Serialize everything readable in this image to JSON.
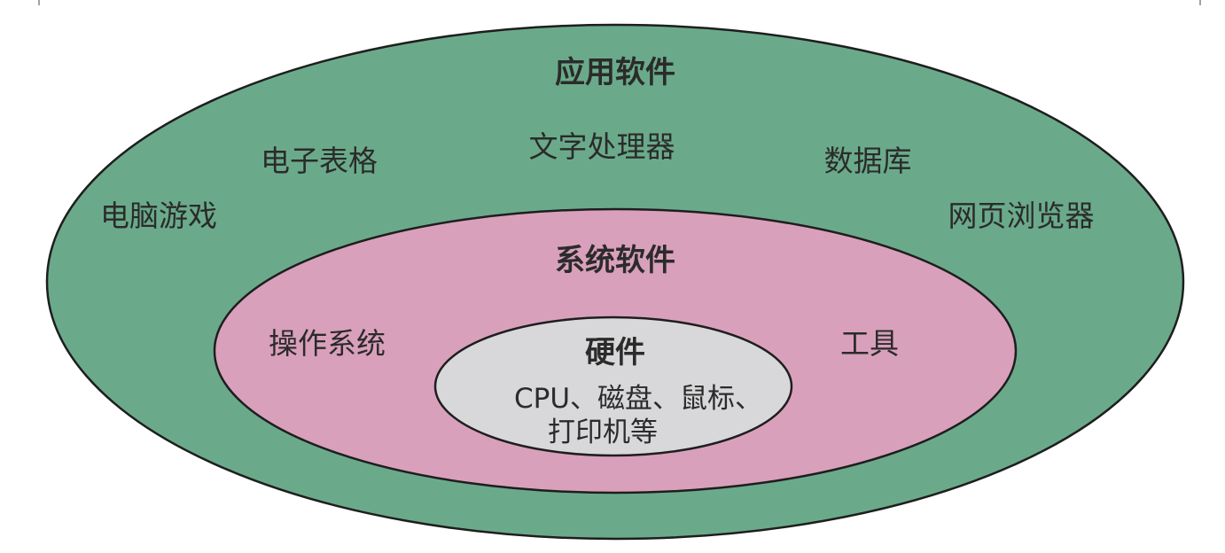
{
  "layers": {
    "application": {
      "title": "应用软件",
      "items": {
        "spreadsheet": "电子表格",
        "word_processor": "文字处理器",
        "database": "数据库",
        "games": "电脑游戏",
        "browser": "网页浏览器"
      }
    },
    "system": {
      "title": "系统软件",
      "items": {
        "os": "操作系统",
        "tools": "工具"
      }
    },
    "hardware": {
      "title": "硬件",
      "line1": "CPU、磁盘、鼠标、",
      "line2": "打印机等"
    }
  },
  "colors": {
    "application_fill": "#6aaa8a",
    "system_fill": "#d9a0bb",
    "hardware_fill": "#d8d8da",
    "outline": "#1e1e1e",
    "text": "#2b2b2b"
  }
}
